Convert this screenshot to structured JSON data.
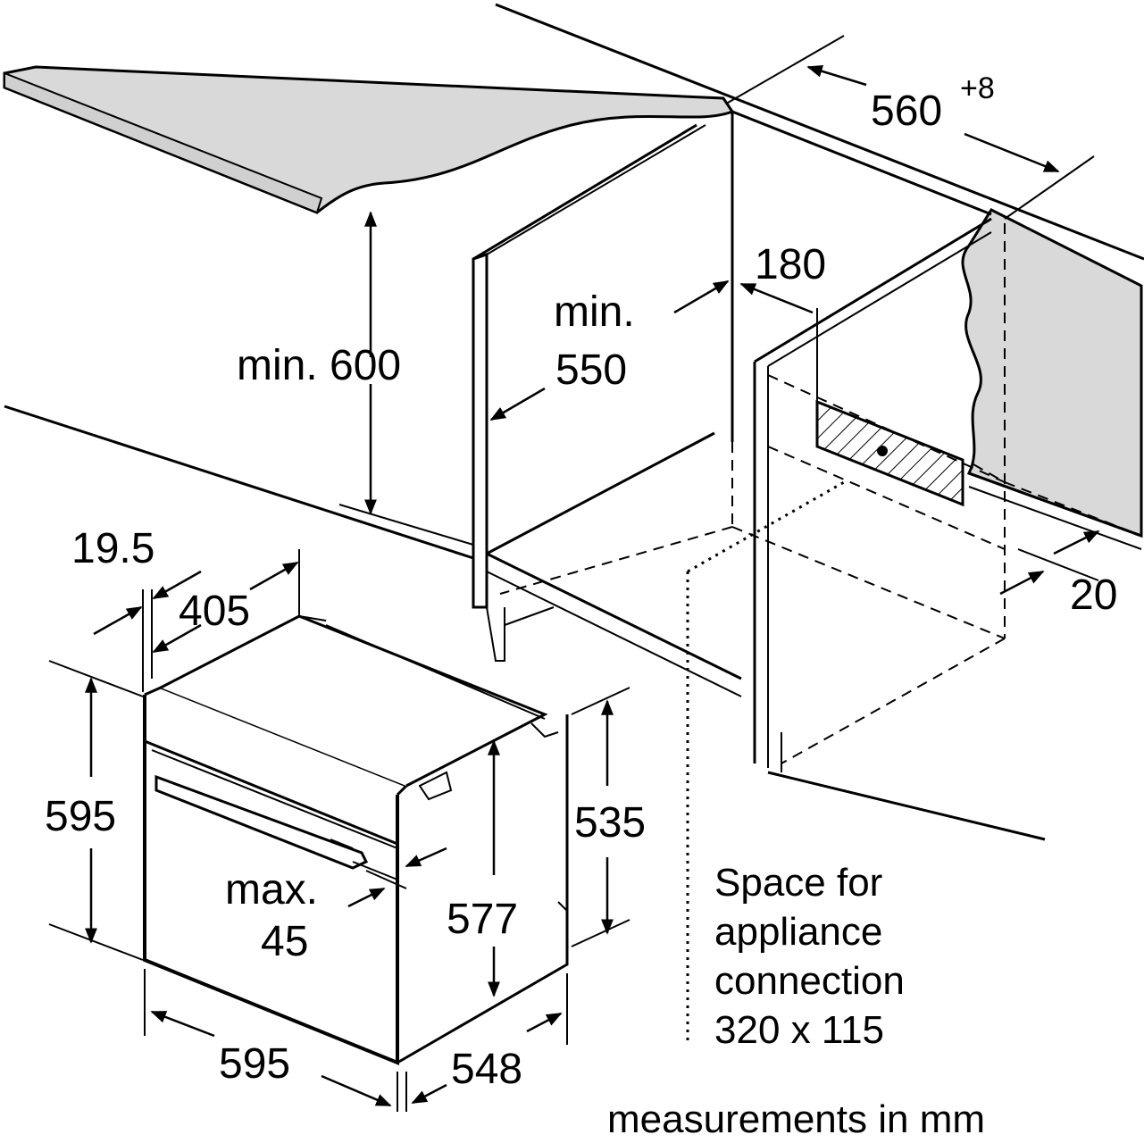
{
  "labels": {
    "counter_width": "560",
    "counter_width_tol": "+8",
    "min_height_600": "min. 600",
    "min_depth_min": "min.",
    "min_depth_550": "550",
    "socket_offset": "180",
    "rear_gap": "20",
    "trim_thickness": "19.5",
    "top_offset": "405",
    "oven_height": "595",
    "body_height": "535",
    "inner_height": "577",
    "handle_max": "max.",
    "handle_45": "45",
    "oven_width": "595",
    "oven_depth": "548"
  },
  "note": {
    "line1": "Space for",
    "line2": "appliance",
    "line3": "connection",
    "line4": "320 x 115"
  },
  "footer": "measurements in mm",
  "colors": {
    "line": "#000000",
    "surface": "#d9d9d9",
    "background": "#ffffff"
  }
}
